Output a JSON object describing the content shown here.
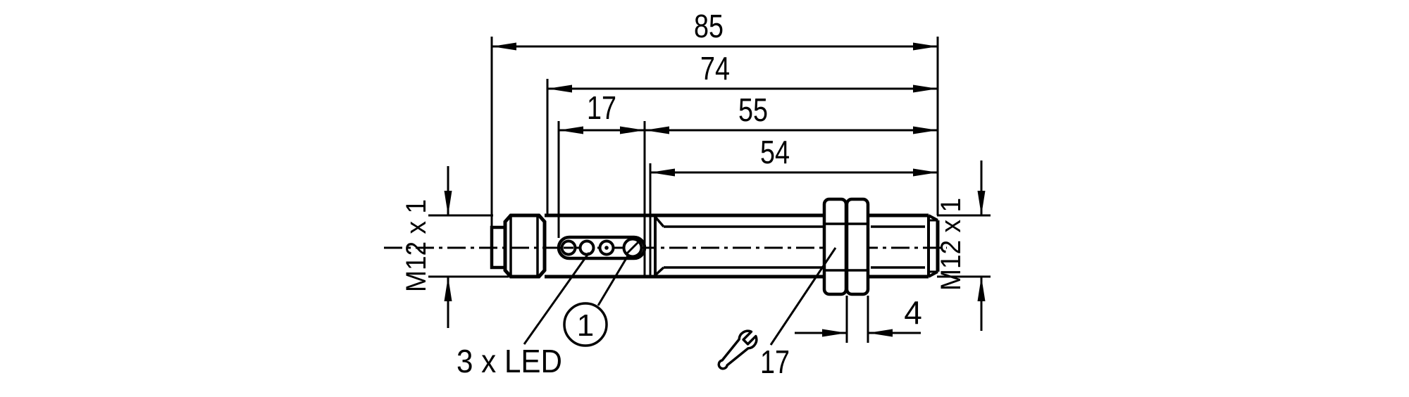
{
  "meta": {
    "description": "Technical dimension drawing of an M12 cylindrical threaded sensor with LED window, two hex nuts and threaded connector"
  },
  "colors": {
    "line": "#000000",
    "background": "#ffffff"
  },
  "dimensions": {
    "overall_length": "85",
    "housing_length": "74",
    "head_length": "17",
    "thread_length": "55",
    "barrel_length": "54",
    "nut_width": "4",
    "thread_front": "M12 x 1",
    "thread_rear": "M12 x 1",
    "wrench_size": "17"
  },
  "labels": {
    "led": "3 x LED",
    "callout_1": "1"
  }
}
